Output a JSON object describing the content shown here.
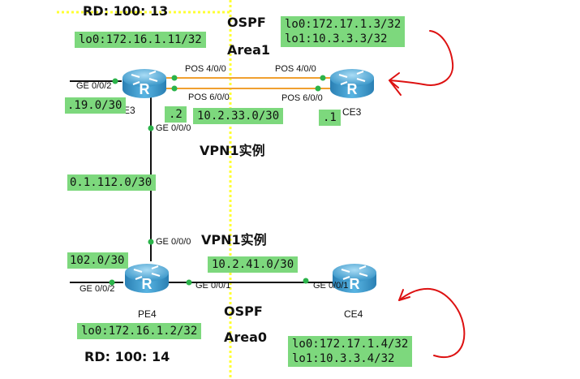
{
  "rd": {
    "top": "RD: 100: 13",
    "bottom": "RD: 100: 14"
  },
  "areas": {
    "ospf_top": "OSPF",
    "area_top": "Area1",
    "ospf_bottom": "OSPF",
    "area_bottom": "Area0"
  },
  "vpn": {
    "upper": "VPN1实例",
    "lower": "VPN1实例"
  },
  "routers": {
    "pe3": "PE3",
    "ce3": "CE3",
    "pe4": "PE4",
    "ce4": "CE4"
  },
  "ports": {
    "pe3_ge002": "GE 0/0/2",
    "pe3_pos400": "POS 4/0/0",
    "pe3_pos600": "POS 6/0/0",
    "pe3_ge000": "GE 0/0/0",
    "ce3_pos400": "POS 4/0/0",
    "ce3_pos600": "POS 6/0/0",
    "pe4_ge000": "GE 0/0/0",
    "pe4_ge002": "GE 0/0/2",
    "pe4_ge001": "GE 0/0/1",
    "ce4_ge001": "GE 0/0/1"
  },
  "labels": {
    "pe3_lo0": "lo0:172.16.1.11/32",
    "ce3_lo": "lo0:172.17.1.3/32\nlo1:10.3.3.3/32",
    "pe3_left_net": ".19.0/30",
    "host_pe3": ".2",
    "net_pe3_ce3": "10.2.33.0/30",
    "host_ce3": ".1",
    "net_pe3_pe4": "0.1.112.0/30",
    "pe4_left_net": "102.0/30",
    "net_pe4_ce4": "10.2.41.0/30",
    "pe4_lo0": "lo0:172.16.1.2/32",
    "ce4_lo": "lo0:172.17.1.4/32\nlo1:10.3.3.4/32"
  },
  "colors": {
    "label_bg": "#7dd87d",
    "divider": "#ffff33",
    "pos_link": "#f0a030",
    "annotation": "#dd1111",
    "router": "#3fa7d6"
  }
}
